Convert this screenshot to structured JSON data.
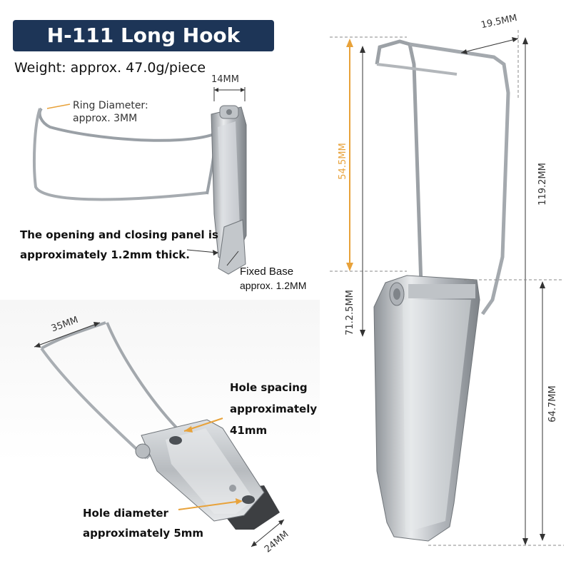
{
  "title": "H-111 Long Hook Latch",
  "weight": "Weight: approx. 47.0g/piece",
  "top_left": {
    "ring_diameter_line1": "Ring Diameter:",
    "ring_diameter_line2": "approx. 3MM",
    "dim_14": "14MM",
    "panel_note_line1": "The opening and closing panel is",
    "panel_note_line2": "approximately 1.2mm thick.",
    "base_line1": "Fixed Base",
    "base_line2": "approx. 1.2MM"
  },
  "bottom_left": {
    "dim_35": "35MM",
    "hole_spacing_line1": "Hole spacing",
    "hole_spacing_line2": "approximately",
    "hole_spacing_line3": "41mm",
    "hole_diameter_line1": "Hole diameter",
    "hole_diameter_line2": "approximately 5mm",
    "dim_24": "24MM"
  },
  "right": {
    "dim_19_5": "19.5MM",
    "dim_54_5": "54.5MM",
    "dim_119_2": "119.2MM",
    "dim_71_25": "71.2.5MM",
    "dim_64_7": "64.7MM"
  },
  "colors": {
    "title_bg": "#1d3557",
    "accent_orange": "#e8a23a",
    "metal": "#c9ccd0"
  }
}
